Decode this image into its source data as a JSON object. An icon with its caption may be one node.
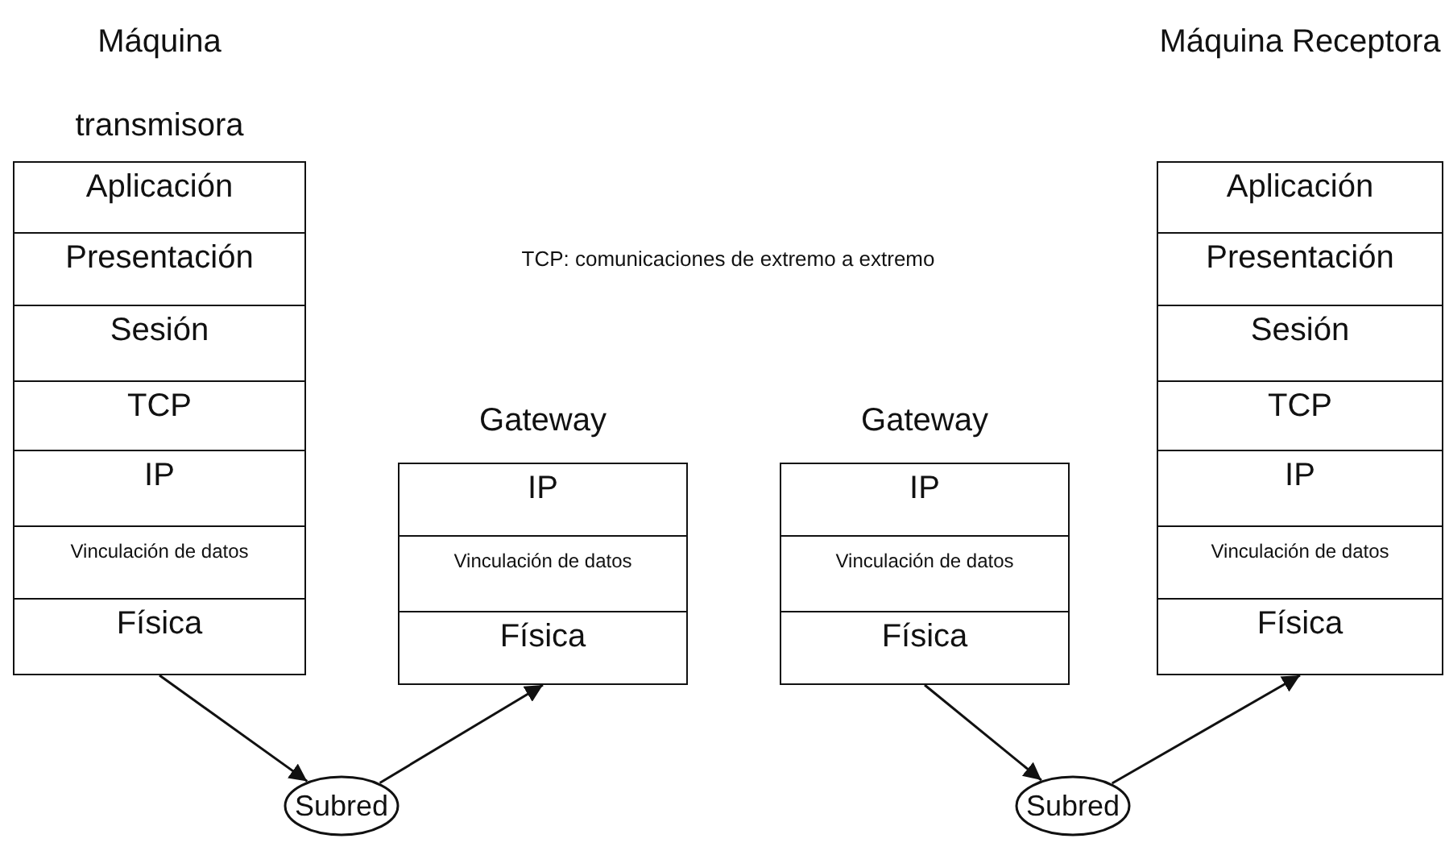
{
  "diagram": {
    "nodes": [
      {
        "text": [
          "Máquina transmisora"
        ]
      },
      {
        "text": [
          "Aplicación"
        ],
        "in": 0
      },
      {
        "text": [
          "Presentación"
        ],
        "in": 0
      },
      {
        "text": [
          "Sesión"
        ],
        "in": 0
      },
      {
        "text": [
          "TCP"
        ],
        "in": 0
      },
      {
        "text": [
          "IP"
        ],
        "in": 0
      },
      {
        "text": [
          "Vinculación de datos"
        ],
        "in": 0
      },
      {
        "text": [
          "Física"
        ],
        "in": 0
      },
      {
        "text": [
          "Gateway"
        ]
      },
      {
        "text": [
          "IP"
        ],
        "in": 8
      },
      {
        "text": [
          "Vinculación de datos"
        ],
        "in": 8
      },
      {
        "text": [
          "Física"
        ],
        "in": 8
      },
      {
        "text": [
          "Gateway"
        ]
      },
      {
        "text": [
          "IP"
        ],
        "in": 12
      },
      {
        "text": [
          "Vinculación de datos"
        ],
        "in": 12
      },
      {
        "text": [
          "Física"
        ],
        "in": 12
      },
      {
        "text": [
          "Máquina Receptora"
        ]
      },
      {
        "text": [
          "Aplicación"
        ],
        "in": 16
      },
      {
        "text": [
          "Presentación"
        ],
        "in": 16
      },
      {
        "text": [
          "Sesión"
        ],
        "in": 16
      },
      {
        "text": [
          "TCP"
        ],
        "in": 16
      },
      {
        "text": [
          "IP"
        ],
        "in": 16
      },
      {
        "text": [
          "Vinculación de datos"
        ],
        "in": 16
      },
      {
        "text": [
          "Física"
        ],
        "in": 16
      },
      {
        "text": [
          "Subred"
        ]
      },
      {
        "text": [
          "Subred"
        ]
      }
    ],
    "edges": [
      {
        "from": 7,
        "to": 24,
        "arrow": "to"
      },
      {
        "from": 24,
        "to": 11,
        "arrow": "to"
      },
      {
        "from": 15,
        "to": 25,
        "arrow": "to"
      },
      {
        "from": 25,
        "to": 23,
        "arrow": "to"
      }
    ],
    "labels": [
      "TCP: comunicaciones de extremo a extremo"
    ]
  }
}
